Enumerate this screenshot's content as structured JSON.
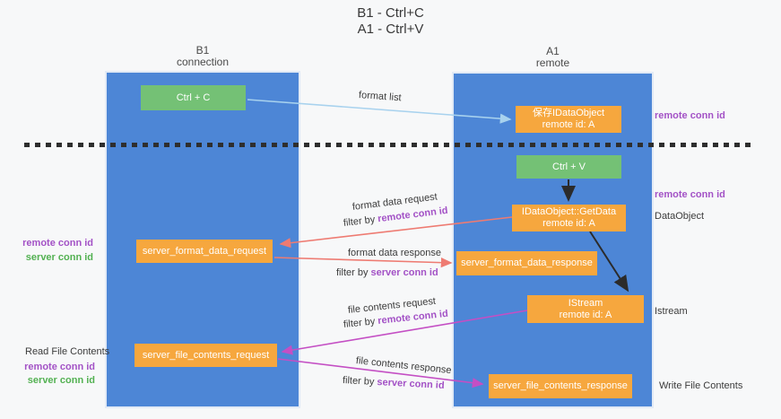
{
  "title": {
    "line1": "B1 - Ctrl+C",
    "line2": "A1 - Ctrl+V"
  },
  "columns": {
    "left": {
      "header_line1": "B1",
      "header_line2": "connection"
    },
    "right": {
      "header_line1": "A1",
      "header_line2": "remote"
    }
  },
  "boxes": {
    "ctrl_c": {
      "label": "Ctrl + C"
    },
    "save_idataobject": {
      "line1": "保存IDataObject",
      "line2": "remote id: A"
    },
    "ctrl_v": {
      "label": "Ctrl + V"
    },
    "getdata": {
      "line1": "IDataObject::GetData",
      "line2": "remote id: A"
    },
    "format_request": {
      "label": "server_format_data_request"
    },
    "format_response": {
      "label": "server_format_data_response"
    },
    "istream": {
      "line1": "IStream",
      "line2": "remote id: A"
    },
    "file_request": {
      "label": "server_file_contents_request"
    },
    "file_response": {
      "label": "server_file_contents_response"
    }
  },
  "flow_labels": {
    "format_list": "format list",
    "format_data_request": "format data request",
    "format_data_response": "format data response",
    "file_contents_request": "file contents request",
    "file_contents_response": "file contents response",
    "filter_by_prefix": "filter by ",
    "remote_conn_id": "remote conn id",
    "server_conn_id": "server conn id"
  },
  "side_labels": {
    "left_remote_conn_id": "remote conn id",
    "left_server_conn_id": "server conn id",
    "read_file_contents": "Read File Contents",
    "bottom_left_remote_conn_id": "remote conn id",
    "bottom_left_server_conn_id": "server conn id",
    "right_remote_conn_id_top": "remote conn id",
    "right_remote_conn_id_mid": "remote conn id",
    "dataobject": "DataObject",
    "istream": "Istream",
    "write_file_contents": "Write File Contents"
  },
  "colors": {
    "column_blue": "#4d86d6",
    "box_orange": "#f6a73e",
    "box_green": "#74c175",
    "arrow_salmon": "#ee7b72",
    "arrow_magenta": "#c44fc4",
    "arrow_blue": "#a8d2ee",
    "label_purple": "#a352c6",
    "label_green": "#53b152"
  }
}
